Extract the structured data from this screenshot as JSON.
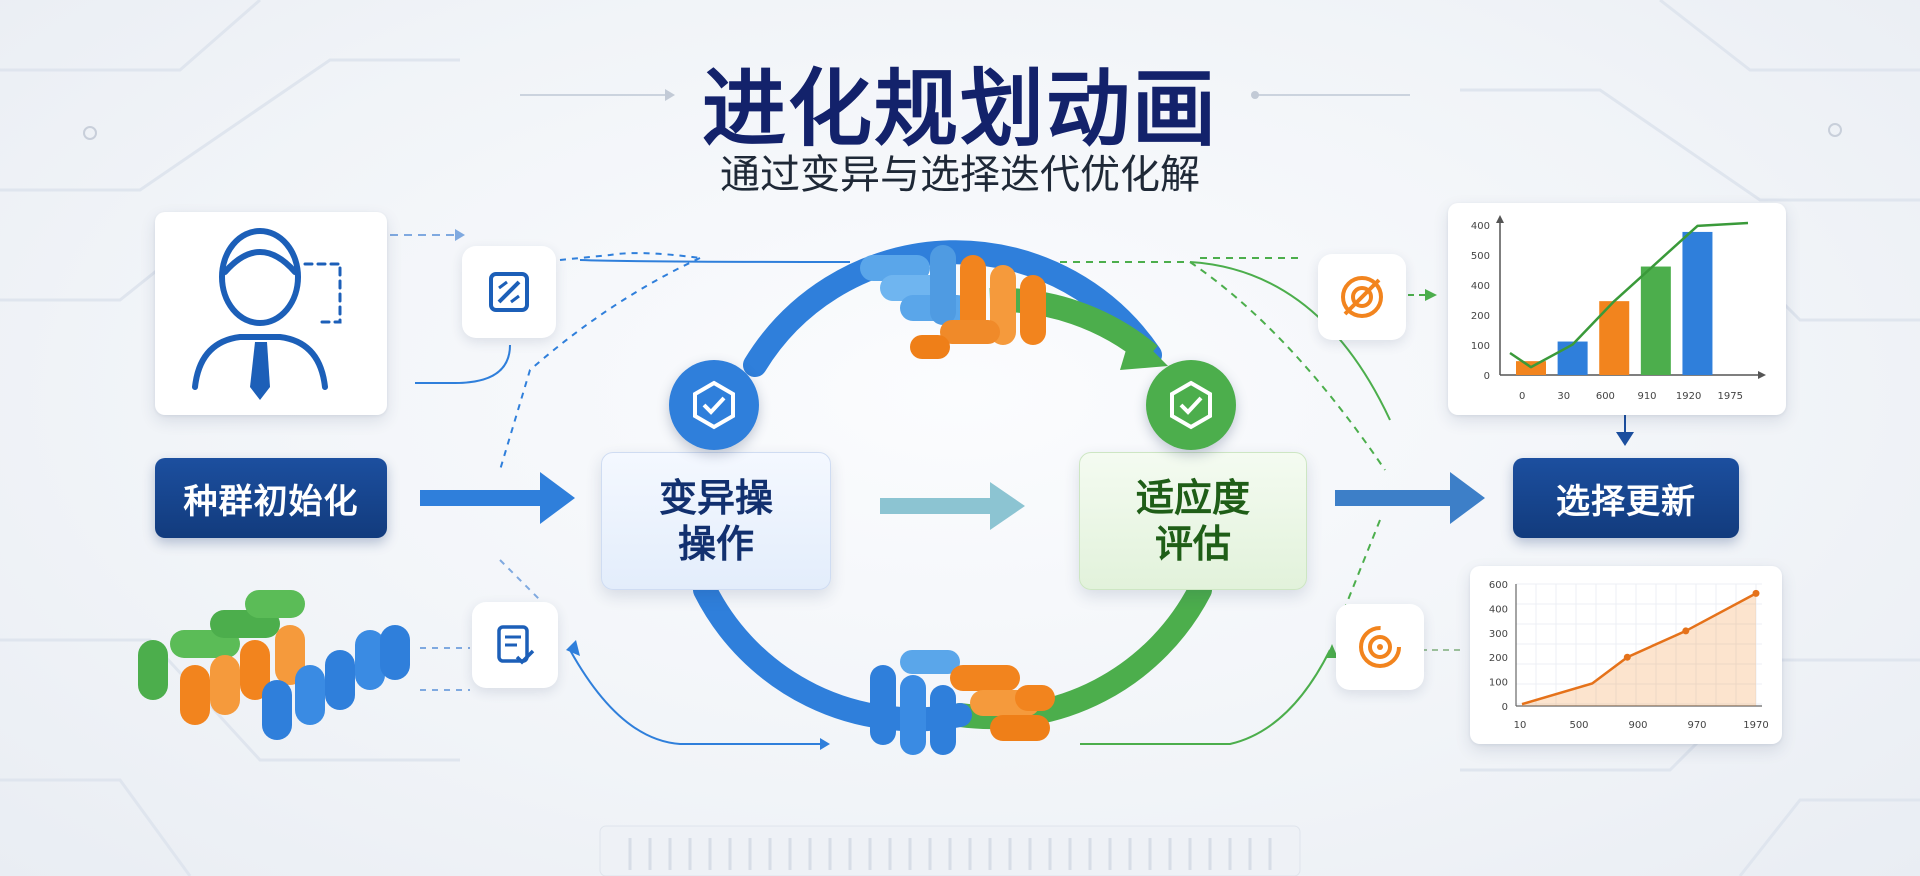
{
  "header": {
    "title": "进化规划动画",
    "subtitle": "通过变异与选择迭代优化解"
  },
  "stages": {
    "init": "种群初始化",
    "mutation_line1": "变异操",
    "mutation_line2": "操作",
    "fitness_line1": "适应度",
    "fitness_line2": "评估",
    "selection": "选择更新"
  },
  "icons": {
    "user": "user-icon",
    "edit": "edit-icon",
    "checklist": "checklist-icon",
    "shield_check": "shield-check-icon",
    "target": "target-icon"
  },
  "colors": {
    "blue": "#2f7fdb",
    "green": "#4cae4c",
    "orange": "#f2841e",
    "navy": "#13226b"
  },
  "chart_data": [
    {
      "type": "bar",
      "categories": [
        "0",
        "30",
        "600",
        "910",
        "1920",
        "1975"
      ],
      "values": [
        60,
        145,
        320,
        470,
        620
      ],
      "bar_colors": [
        "#f2841e",
        "#2f7fdb",
        "#f2841e",
        "#4cae4c",
        "#2f7fdb"
      ],
      "y_ticks": [
        "0",
        "100",
        "200",
        "400",
        "500",
        "400"
      ],
      "ylim": [
        0,
        650
      ],
      "trend": true
    },
    {
      "type": "area",
      "x_ticks": [
        "10",
        "500",
        "900",
        "970",
        "1970"
      ],
      "y_ticks": [
        "0",
        "100",
        "200",
        "300",
        "400",
        "600"
      ],
      "points": [
        [
          0,
          10
        ],
        [
          0.3,
          120
        ],
        [
          0.45,
          260
        ],
        [
          0.7,
          400
        ],
        [
          1,
          600
        ]
      ],
      "ylim": [
        0,
        650
      ]
    }
  ]
}
